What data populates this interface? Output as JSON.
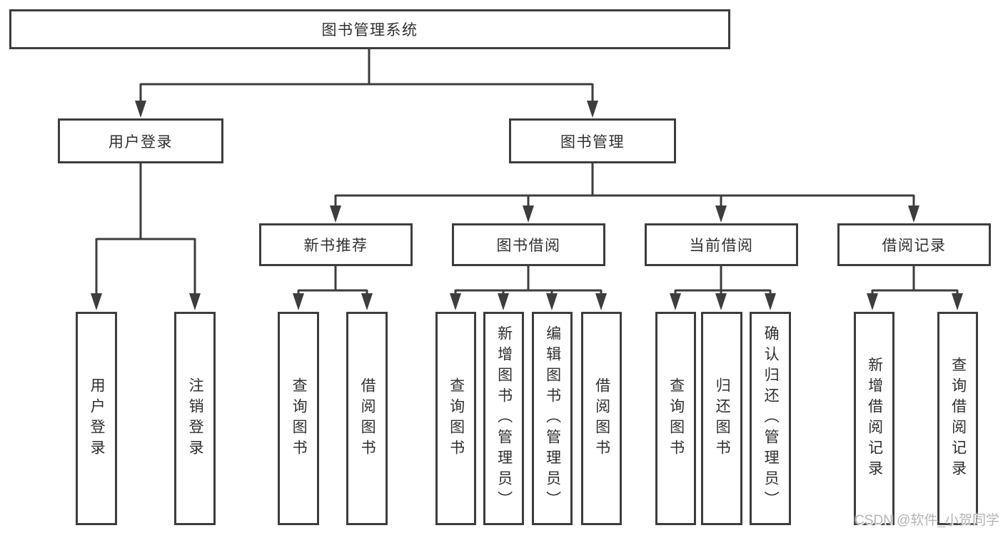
{
  "tree": {
    "label": "图书管理系统",
    "children": [
      {
        "label": "用户登录",
        "children": [
          {
            "label": "用户登录"
          },
          {
            "label": "注销登录"
          }
        ]
      },
      {
        "label": "图书管理",
        "children": [
          {
            "label": "新书推荐",
            "children": [
              {
                "label": "查询图书"
              },
              {
                "label": "借阅图书"
              }
            ]
          },
          {
            "label": "图书借阅",
            "children": [
              {
                "label": "查询图书"
              },
              {
                "label": "新增图书（管理员）"
              },
              {
                "label": "编辑图书（管理员）"
              },
              {
                "label": "借阅图书"
              }
            ]
          },
          {
            "label": "当前借阅",
            "children": [
              {
                "label": "查询图书"
              },
              {
                "label": "归还图书"
              },
              {
                "label": "确认归还（管理员）"
              }
            ]
          },
          {
            "label": "借阅记录",
            "children": [
              {
                "label": "新增借阅记录"
              },
              {
                "label": "查询借阅记录"
              }
            ]
          }
        ]
      }
    ]
  },
  "watermark": "CSDN @软件_小贺同学",
  "colors": {
    "line": "#3d3d3d",
    "box_border": "#3d3d3d",
    "text": "#2f2f2f",
    "watermark": "#b5b5b5",
    "background": "#ffffff"
  }
}
